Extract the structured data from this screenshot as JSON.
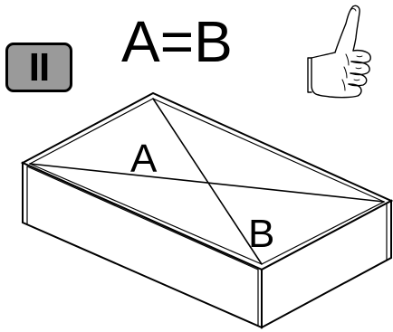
{
  "badge": {
    "label": "II"
  },
  "equation": {
    "text": "A=B"
  },
  "box": {
    "diagonal_label_a": "A",
    "diagonal_label_b": "B"
  },
  "icons": {
    "thumb": "thumbs-up-icon"
  },
  "colors": {
    "badge_fill": "#9a9a9a",
    "stroke": "#000000",
    "background": "#ffffff"
  }
}
